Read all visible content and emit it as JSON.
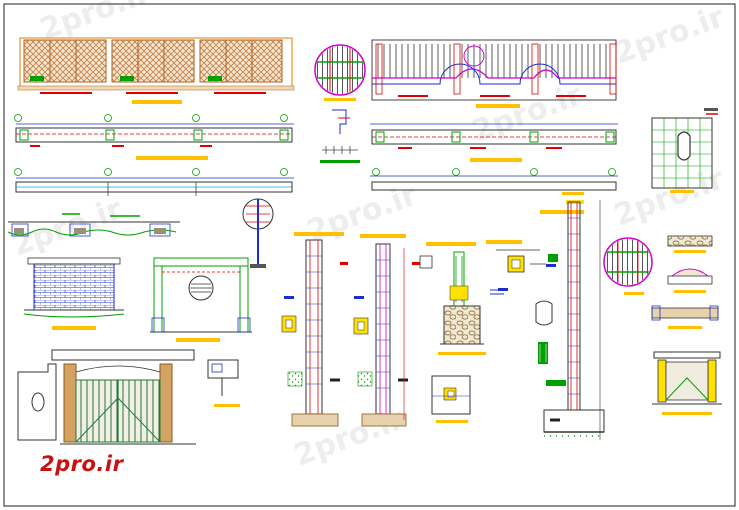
{
  "watermarks": [
    "2pro.ir",
    "2pro.ir",
    "2pro.ir",
    "2pro.ir",
    "2pro.ir",
    "2pro.ir",
    "2pro.ir"
  ],
  "logo_text": "2pro.ir",
  "colors": {
    "background": "#ffffff",
    "line_blue": "#1a2fd0",
    "line_green": "#00a000",
    "line_red": "#e00000",
    "line_magenta": "#d000d0",
    "line_cyan": "#00b0c0",
    "line_orange": "#e88a00",
    "title_bar": "#ffc000",
    "label_yellow": "#ffe000",
    "brick_tan": "#c98f4e",
    "stone_grey": "#9a8f7a",
    "logo_red": "#cc1010"
  }
}
